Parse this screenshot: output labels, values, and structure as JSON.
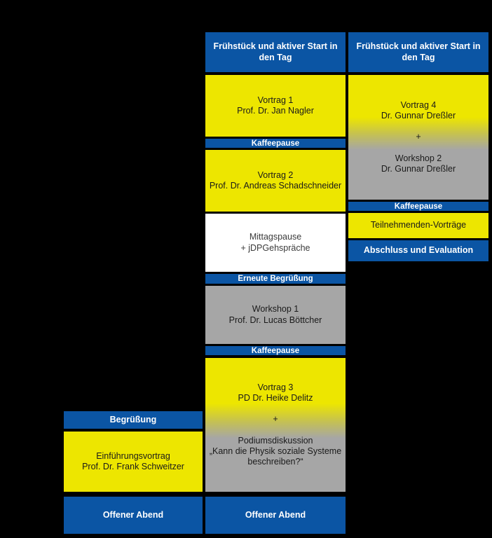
{
  "theme": {
    "background": "#000000",
    "blue": "#0B55A4",
    "yellow": "#EDE600",
    "gray": "#A6A6A6",
    "white": "#FFFFFF",
    "text_dark": "#1A1A1A",
    "text_light": "#FFFFFF"
  },
  "columns": {
    "day1": {
      "name": "day-1-column",
      "blocks": [
        {
          "id": "begruessung",
          "label": "Begrüßung",
          "style": "blue"
        },
        {
          "id": "einfuehrungsvortrag",
          "label": "Einführungsvortrag\nProf. Dr. Frank Schweitzer",
          "style": "yellow"
        },
        {
          "id": "offener-abend-1",
          "label": "Offener Abend",
          "style": "blue"
        }
      ]
    },
    "day2": {
      "name": "day-2-column",
      "blocks": [
        {
          "id": "fruehstueck-2",
          "label": "Frühstück und aktiver Start in den Tag",
          "style": "blue"
        },
        {
          "id": "vortrag-1",
          "label": "Vortrag 1\nProf. Dr. Jan Nagler",
          "style": "yellow"
        },
        {
          "id": "kaffeepause-2a",
          "label": "Kaffeepause",
          "style": "blue"
        },
        {
          "id": "vortrag-2",
          "label": "Vortrag 2\nProf. Dr. Andreas Schadschneider",
          "style": "yellow"
        },
        {
          "id": "mittagspause",
          "label": "Mittagspause\n+ jDPGehspräche",
          "style": "white"
        },
        {
          "id": "erneute-begruessung",
          "label": "Erneute Begrüßung",
          "style": "blue"
        },
        {
          "id": "workshop-1",
          "label": "Workshop 1\nProf. Dr. Lucas Böttcher",
          "style": "gray"
        },
        {
          "id": "kaffeepause-2b",
          "label": "Kaffeepause",
          "style": "blue"
        },
        {
          "id": "vortrag-3-podium",
          "label": "Vortrag 3\nPD Dr. Heike Delitz\n\n+\n\nPodiumsdiskussion\n„Kann die Physik soziale Systeme beschreiben?“",
          "style": "gradient"
        },
        {
          "id": "offener-abend-2",
          "label": "Offener Abend",
          "style": "blue"
        }
      ]
    },
    "day3": {
      "name": "day-3-column",
      "blocks": [
        {
          "id": "fruehstueck-3",
          "label": "Frühstück und aktiver Start in den Tag",
          "style": "blue"
        },
        {
          "id": "vortrag-4-workshop-2",
          "label": "Vortrag 4\nDr. Gunnar  Dreßler\n\n+\n\nWorkshop 2\nDr. Gunnar  Dreßler",
          "style": "gradient"
        },
        {
          "id": "kaffeepause-3",
          "label": "Kaffeepause",
          "style": "blue"
        },
        {
          "id": "teilnehmenden-vortraege",
          "label": "Teilnehmenden-Vorträge",
          "style": "yellow"
        },
        {
          "id": "abschluss-evaluation",
          "label": "Abschluss und Evaluation",
          "style": "blue"
        }
      ]
    }
  }
}
